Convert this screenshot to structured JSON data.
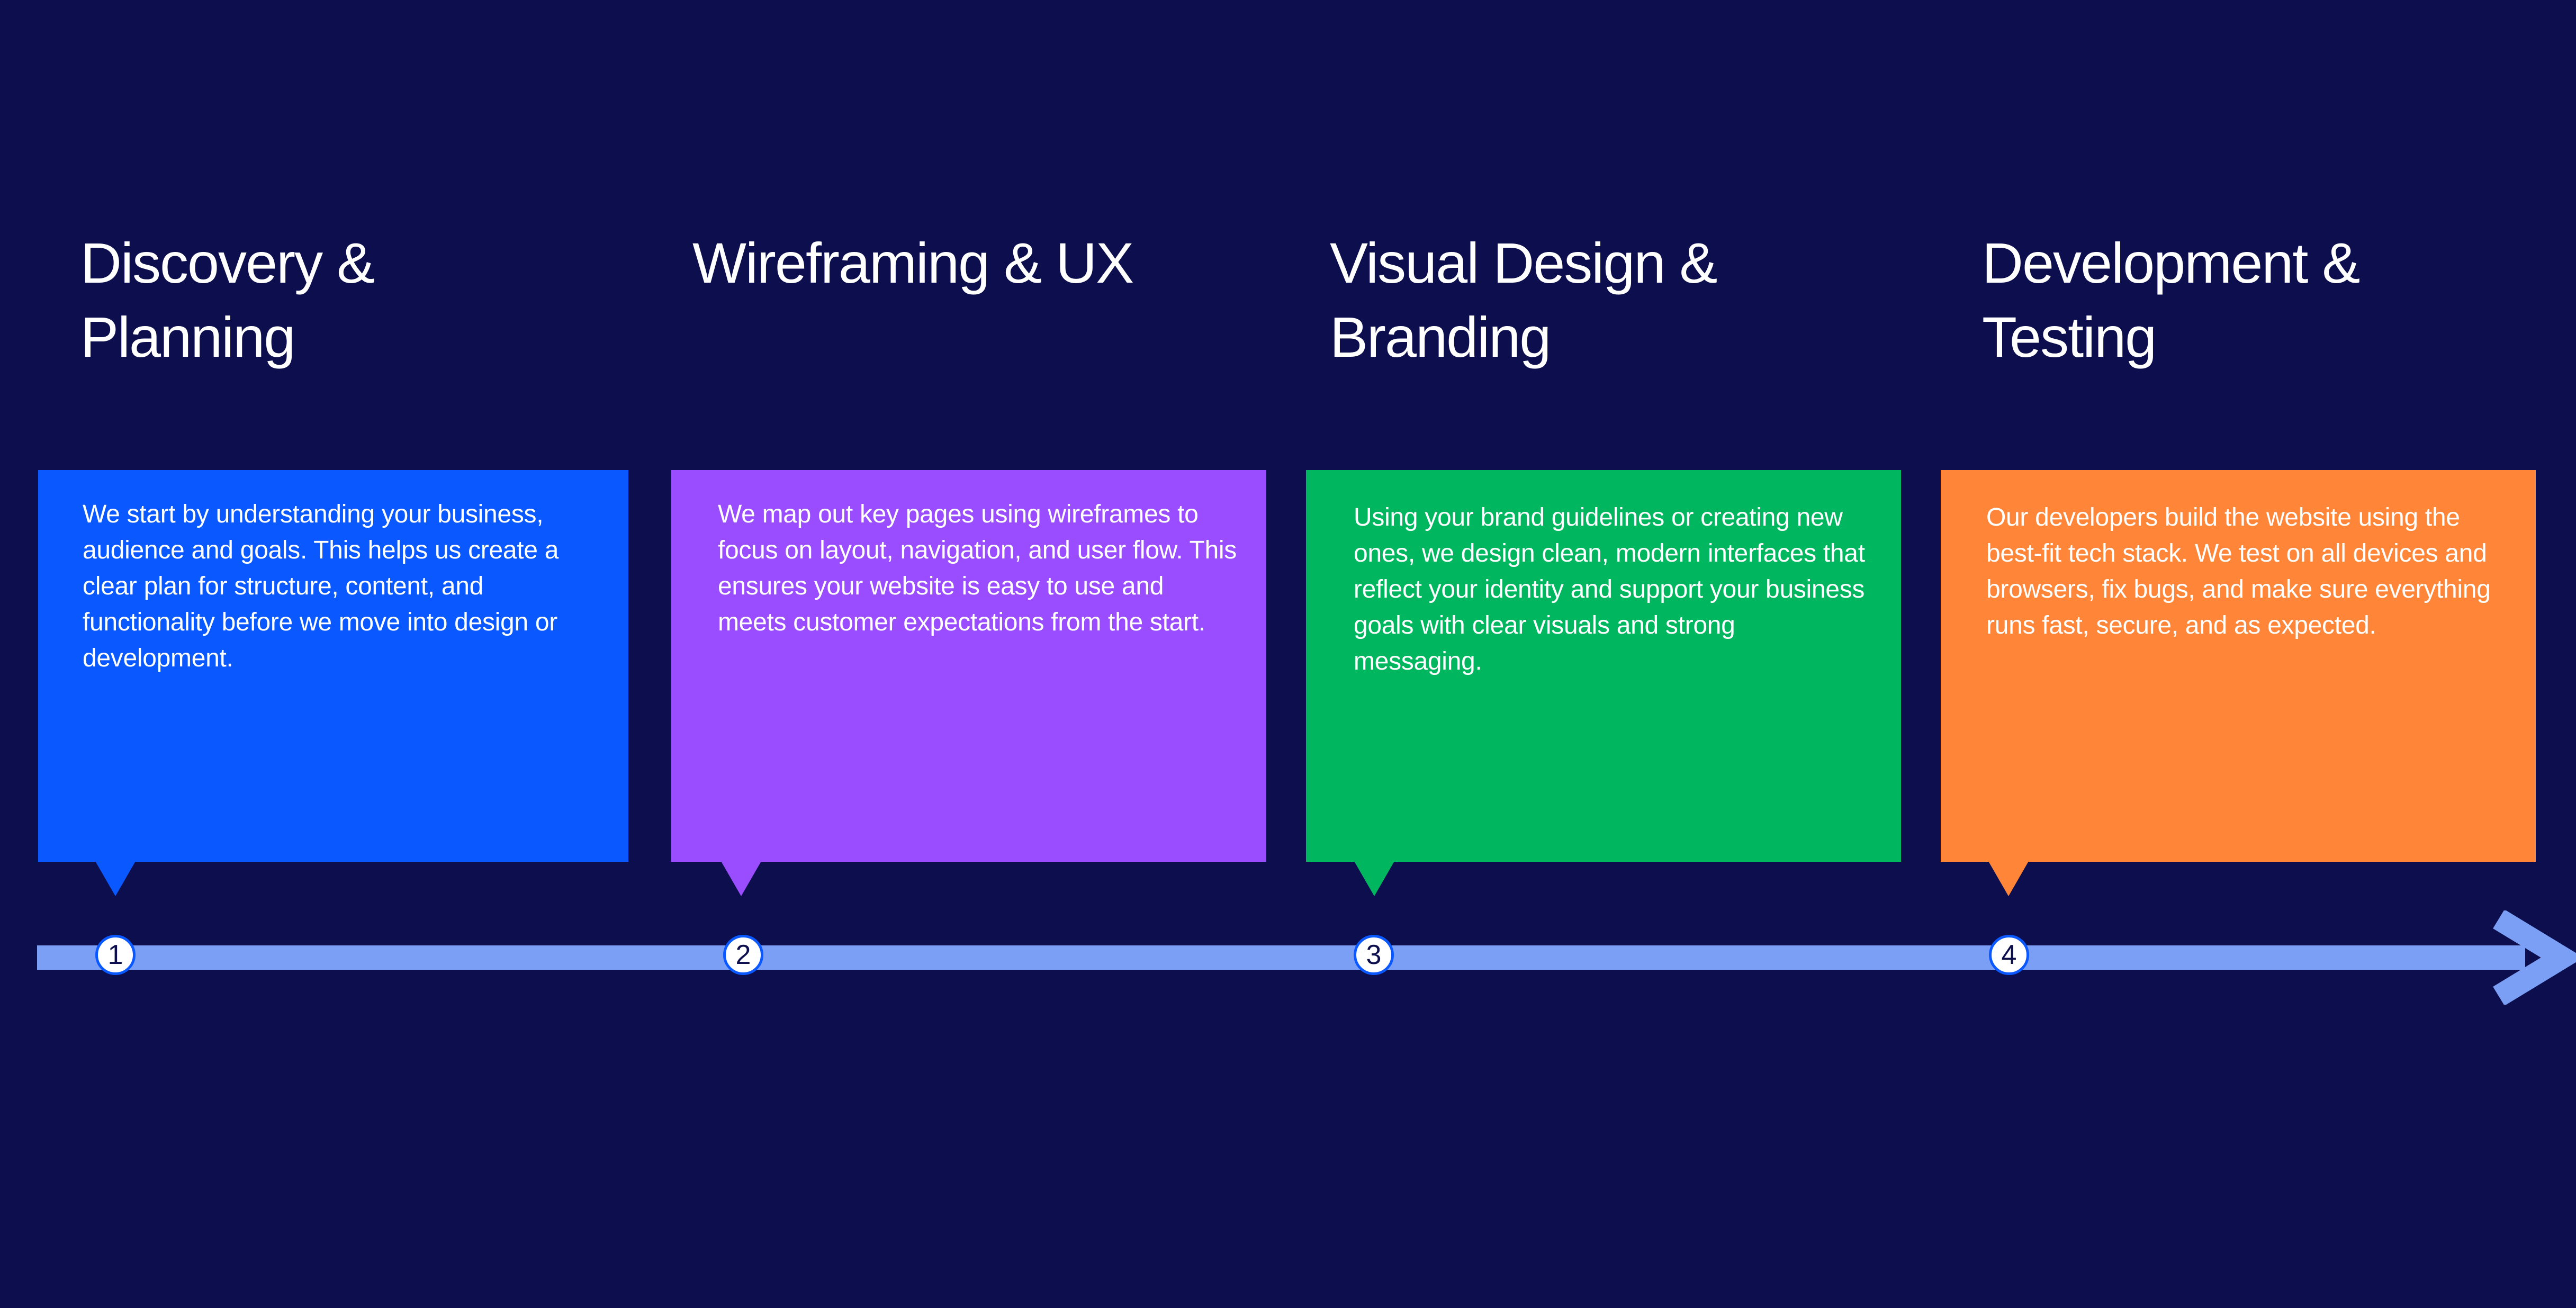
{
  "stages": [
    {
      "number": "1",
      "title": "Discovery &\nPlanning",
      "description": "We start by understanding your business, audience and goals. This helps us create a clear plan for structure, content, and functionality before we move into design or development.",
      "color": "#0a58ff"
    },
    {
      "number": "2",
      "title": "Wireframing & UX",
      "description": "We map out key pages using wireframes to focus on layout, navigation, and user flow. This ensures your website is easy to use and meets customer expectations from the start.",
      "color": "#9a4dff"
    },
    {
      "number": "3",
      "title": "Visual Design &\nBranding",
      "description": "Using your brand guidelines or creating new ones, we design clean, modern interfaces that reflect your identity and support your business goals with clear visuals and strong messaging.",
      "color": "#00b760"
    },
    {
      "number": "4",
      "title": "Development &\nTesting",
      "description": "Our developers build the website using the best-fit tech stack. We test on all devices and browsers, fix bugs, and make sure everything runs fast, secure, and as expected.",
      "color": "#ff8638"
    }
  ],
  "timeline": {
    "color": "#7b9ff5",
    "background": "#0c0e4d"
  }
}
